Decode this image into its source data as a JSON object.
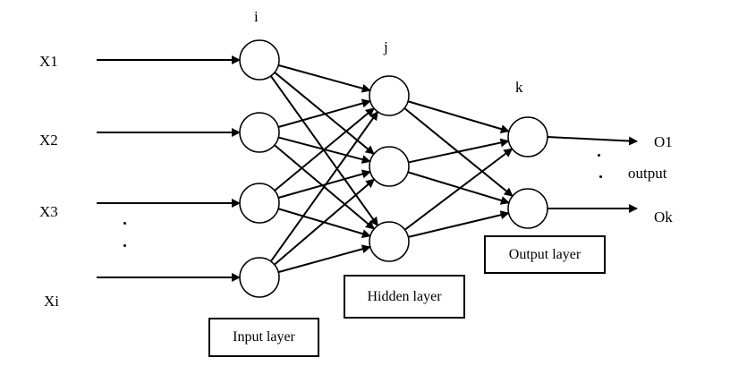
{
  "diagram": {
    "layer_indices": {
      "input": "i",
      "hidden": "j",
      "output": "k"
    },
    "inputs": [
      "X1",
      "X2",
      "X3",
      "Xi"
    ],
    "outputs": [
      "O1",
      "Ok"
    ],
    "output_label": "output",
    "ellipsis": ".",
    "layer_boxes": {
      "input": "Input layer",
      "hidden": "Hidden layer",
      "output": "Output layer"
    },
    "layers": {
      "input_nodes": 4,
      "hidden_nodes": 3,
      "output_nodes": 2
    },
    "connectivity": "fully-connected"
  }
}
